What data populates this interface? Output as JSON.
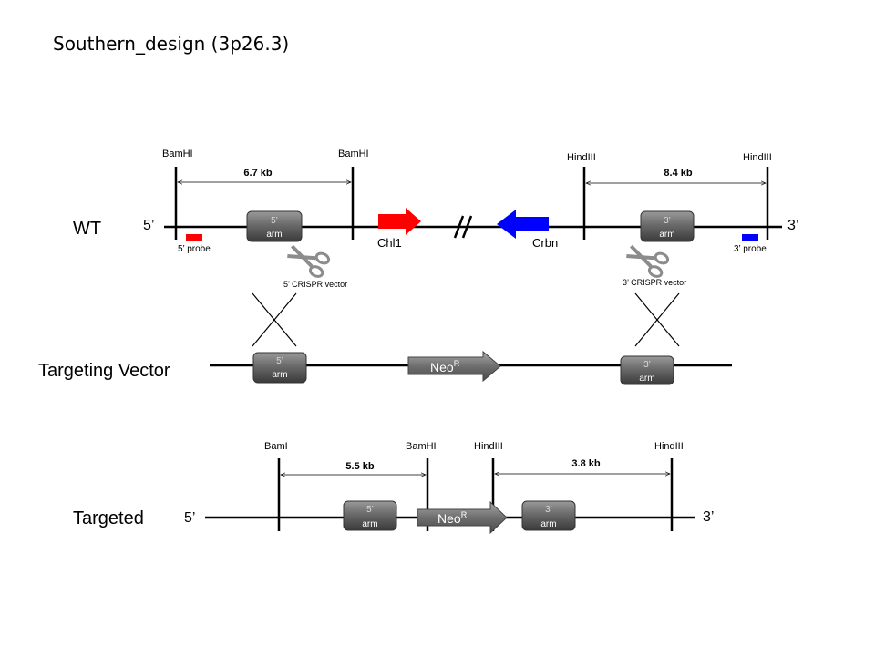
{
  "title": "Southern_design (3p26.3)",
  "wt": {
    "label": "WT",
    "end5": "5’",
    "end3": "3’",
    "site_bamhi_left": "BamHI",
    "site_bamhi_right": "BamHI",
    "site_hindiii_left": "HindIII",
    "site_hindiii_right": "HindIII",
    "size_left": "6.7 kb",
    "size_right": "8.4 kb",
    "arm5_line1": "5’",
    "arm5_line2": "arm",
    "arm3_line1": "3’",
    "arm3_line2": "arm",
    "gene_left": "Chl1",
    "gene_right": "Crbn",
    "probe5": "5’ probe",
    "probe3": "3’ probe",
    "crispr5": "5’ CRISPR   vector",
    "crispr3": "3’ CRISPR   vector"
  },
  "vector": {
    "label": "Targeting Vector",
    "arm5_line1": "5’",
    "arm5_line2": "arm",
    "arm3_line1": "3’",
    "arm3_line2": "arm",
    "neo": "Neo",
    "neo_sup": "R"
  },
  "targeted": {
    "label": "Targeted",
    "end5": "5’",
    "end3": "3’",
    "site_baml": "BamI",
    "site_bamhi": "BamHI",
    "site_hindiii_left": "HindIII",
    "site_hindiii_right": "HindIII",
    "size_left": "5.5 kb",
    "size_right": "3.8 kb",
    "arm5_line1": "5’",
    "arm5_line2": "arm",
    "arm3_line1": "3’",
    "arm3_line2": "arm",
    "neo": "Neo",
    "neo_sup": "R"
  },
  "colors": {
    "chl1_arrow": "#ff0000",
    "crbn_arrow": "#0000ff",
    "probe5": "#ff0000",
    "probe3": "#0000ff",
    "arm_box": "#555555",
    "neo_arrow": "#666666"
  }
}
